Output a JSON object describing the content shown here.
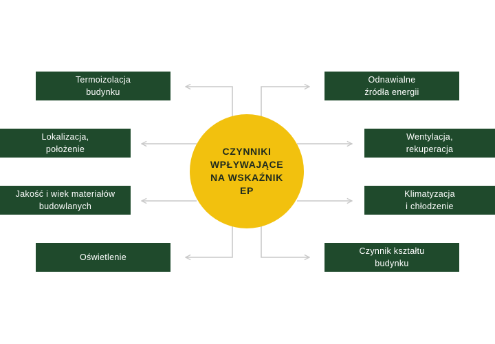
{
  "diagram": {
    "center": {
      "label": "CZYNNIKI\nWPŁYWAJĄCE\nNA WSKAŹNIK\nEP"
    },
    "left_factors": [
      {
        "label": "Termoizolacja\nbudynku"
      },
      {
        "label": "Lokalizacja,\npołożenie"
      },
      {
        "label": "Jakość i wiek materiałów\nbudowlanych"
      },
      {
        "label": "Oświetlenie"
      }
    ],
    "right_factors": [
      {
        "label": "Odnawialne\nźródła energii"
      },
      {
        "label": "Wentylacja,\nrekuperacja"
      },
      {
        "label": "Klimatyzacja\ni chłodzenie"
      },
      {
        "label": "Czynnik kształtu\nbudynku"
      }
    ],
    "colors": {
      "center_fill": "#f2c10e",
      "box_fill": "#1f4a2c",
      "connector": "#c9c9c9"
    }
  }
}
